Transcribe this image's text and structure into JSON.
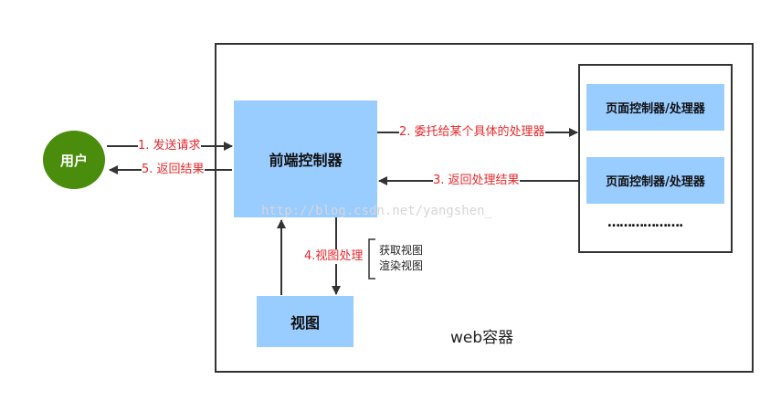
{
  "user": {
    "label": "用户"
  },
  "container": {
    "label": "web容器"
  },
  "front_controller": {
    "label": "前端控制器"
  },
  "handlers": [
    {
      "label": "页面控制器/处理器"
    },
    {
      "label": "页面控制器/处理器"
    }
  ],
  "handlers_more": "……………….",
  "view": {
    "label": "视图"
  },
  "steps": {
    "send_request": "1. 发送请求",
    "delegate": "2. 委托给某个具体的处理器",
    "return_result": "3. 返回处理结果",
    "view_processing": "4.视图处理",
    "return_to_user": "5. 返回结果"
  },
  "view_processing_detail": {
    "line1": "获取视图",
    "line2": "渲染视图"
  },
  "watermark": "http://blog.csdn.net/yangshen_",
  "colors": {
    "user_green": "#4a8c0b",
    "box_blue": "#99ccff",
    "arrow": "#333333",
    "step_red": "#e8282b"
  }
}
